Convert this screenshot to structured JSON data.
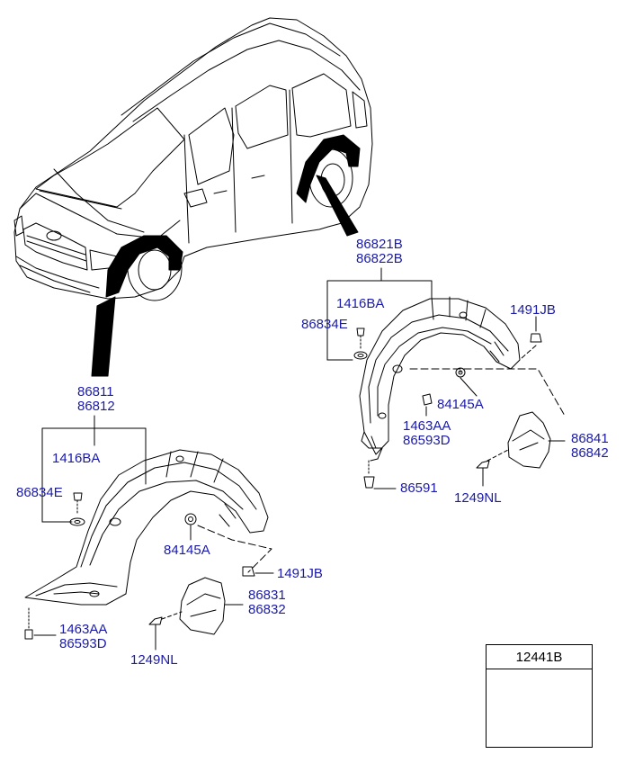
{
  "labels": {
    "rear_liner_no1": "86821B",
    "rear_liner_no2": "86822B",
    "rear_screw": "1416BA",
    "rear_washer": "86834E",
    "rear_clip": "1491JB",
    "rear_nut": "84145A",
    "rear_bolt1": "1463AA",
    "rear_bolt2": "86593D",
    "rear_mudguard1": "86841",
    "rear_mudguard2": "86842",
    "rear_rivet": "86591",
    "rear_mud_screw": "1249NL",
    "front_liner_no1": "86811",
    "front_liner_no2": "86812",
    "front_screw": "1416BA",
    "front_washer": "86834E",
    "front_nut": "84145A",
    "front_clip": "1491JB",
    "front_mudguard1": "86831",
    "front_mudguard2": "86832",
    "front_bolt1": "1463AA",
    "front_bolt2": "86593D",
    "front_mud_screw": "1249NL"
  },
  "inset": {
    "part_no": "12441B"
  },
  "colors": {
    "label": "#1a1aa8",
    "line": "#000000"
  }
}
